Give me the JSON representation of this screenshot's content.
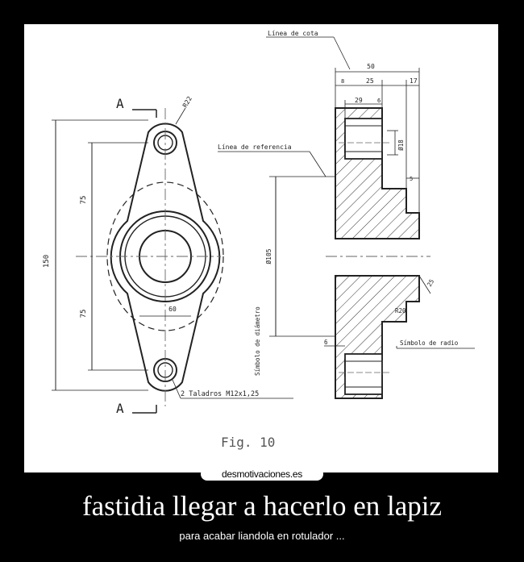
{
  "drawing": {
    "labels": {
      "linea_cota": "Línea de cota",
      "linea_referencia": "Línea de referencia",
      "simbolo_diametro": "Símbolo de diámetro",
      "simbolo_radio": "Símbolo de radio",
      "taladros": "2 Taladros M12x1,25",
      "fig": "Fig. 10",
      "section_a_top": "A",
      "section_a_bottom": "A"
    },
    "dimensions": {
      "d50": "50",
      "d25": "25",
      "d17": "17",
      "d8": "8",
      "d29": "29",
      "d6": "6",
      "d18": "Ø18",
      "d5": "5",
      "d105": "Ø105",
      "d150": "150",
      "d75a": "75",
      "d75b": "75",
      "d60": "60",
      "r22": "R22",
      "r20": "R20",
      "d25b": "25",
      "d6b": "6"
    }
  },
  "badge": "desmotivaciones.es",
  "caption": {
    "title": "fastidia llegar a hacerlo en lapiz",
    "subtitle": "para acabar liandola en rotulador ..."
  }
}
